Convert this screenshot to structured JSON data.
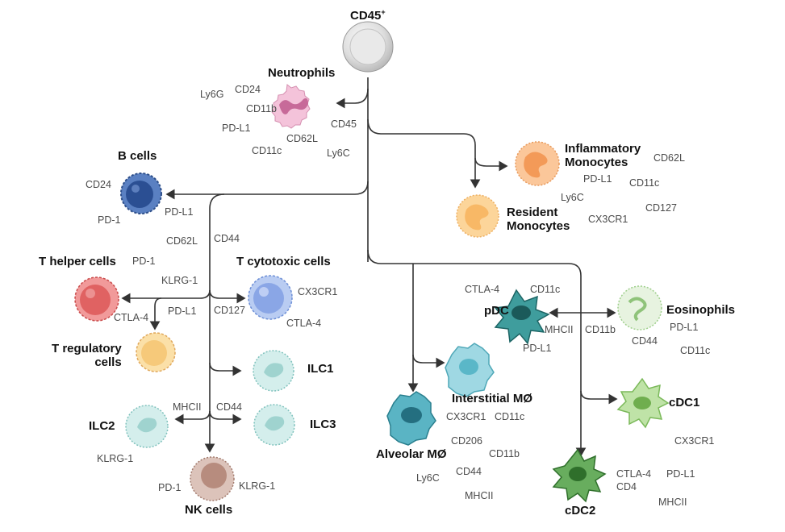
{
  "root": {
    "label": "CD45",
    "sup": "+"
  },
  "titles": {
    "neutrophils": "Neutrophils",
    "b_cells": "B cells",
    "inflammatory_monocytes": "Inflammatory\nMonocytes",
    "resident_monocytes": "Resident\nMonocytes",
    "t_helper": "T helper cells",
    "t_cytotoxic": "T cytotoxic cells",
    "t_regulatory": "T regulatory\ncells",
    "ilc1": "ILC1",
    "ilc2": "ILC2",
    "ilc3": "ILC3",
    "nk_cells": "NK cells",
    "pdc": "pDC",
    "eosinophils": "Eosinophils",
    "interstitial_macrophage": "Interstitial MØ",
    "alveolar_macrophage": "Alveolar MØ",
    "cdc1": "cDC1",
    "cdc2": "cDC2"
  },
  "markers": {
    "neutrophils": [
      "Ly6G",
      "CD24",
      "CD11b",
      "PD-L1",
      "CD45",
      "CD62L",
      "CD11c",
      "Ly6C"
    ],
    "b_cells": [
      "CD24",
      "PD-1",
      "PD-L1"
    ],
    "monocytes": [
      "CD62L",
      "PD-L1",
      "CD11c",
      "Ly6C",
      "CX3CR1",
      "CD127"
    ],
    "t_helper": [
      "CD62L",
      "PD-1",
      "KLRG-1",
      "PD-L1",
      "CTLA-4"
    ],
    "t_cytotoxic": [
      "CD44",
      "CX3CR1",
      "CD127",
      "CTLA-4"
    ],
    "ilc": [
      "MHCII",
      "CD44",
      "KLRG-1"
    ],
    "nk_cells": [
      "PD-1",
      "KLRG-1"
    ],
    "pdc": [
      "CTLA-4",
      "CD11c",
      "MHCII",
      "PD-L1"
    ],
    "eosinophils": [
      "CD11b",
      "PD-L1",
      "CD44",
      "CD11c"
    ],
    "macrophages": [
      "CX3CR1",
      "CD11c",
      "CD206",
      "CD11b",
      "CD44",
      "Ly6C",
      "MHCII"
    ],
    "cdc": [
      "CTLA-4",
      "CX3CR1",
      "PD-L1",
      "CD4",
      "MHCII"
    ]
  },
  "colors": {
    "arrow": "#333333",
    "cd45": "#d3d3d3",
    "neutrophil": "#f0b7d3",
    "b_cell": "#3d64a8",
    "monocyte": "#f7b57c",
    "resident_monocyte": "#f9c782",
    "t_helper": "#e36868",
    "t_cytotoxic": "#8fa9e3",
    "t_regulatory": "#f6d08d",
    "ilc": "#a9dcd9",
    "nk": "#c9a69a",
    "pdc": "#2e8c8c",
    "eosinophil": "#cfe8c2",
    "interstitial": "#7cc8d6",
    "alveolar": "#3aa1b3",
    "cdc1": "#a8d68e",
    "cdc2": "#4f9a48"
  }
}
